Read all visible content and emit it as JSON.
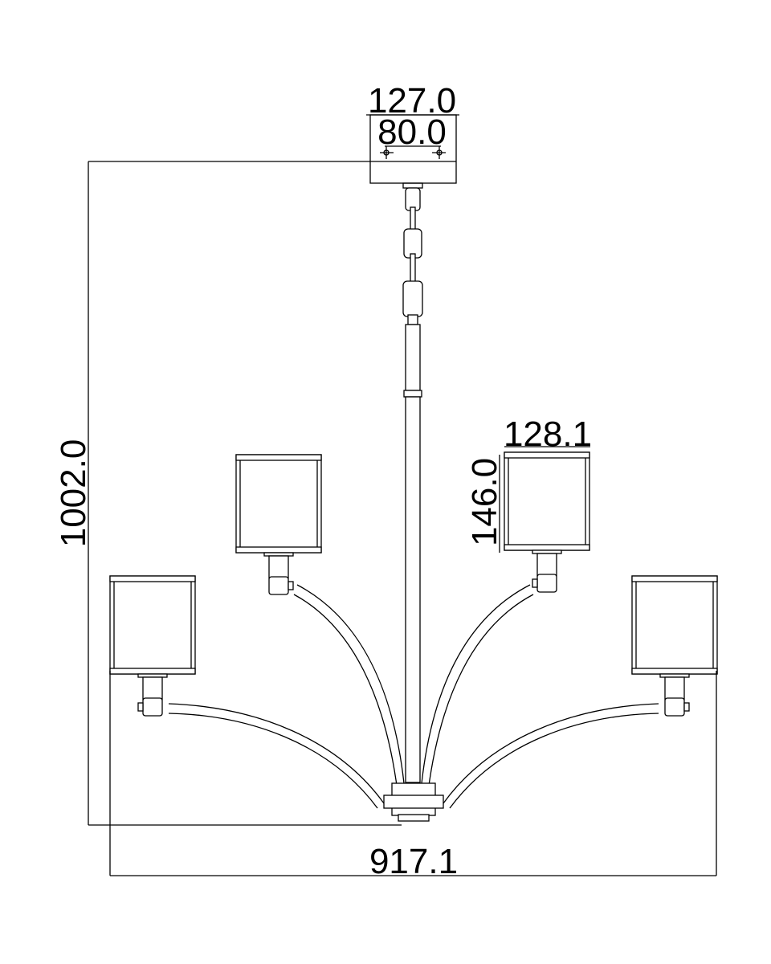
{
  "dimensions": {
    "canopy_width": "127.0",
    "mount_spacing": "80.0",
    "overall_height": "1002.0",
    "shade_width": "128.1",
    "shade_height": "146.0",
    "overall_width": "917.1"
  }
}
